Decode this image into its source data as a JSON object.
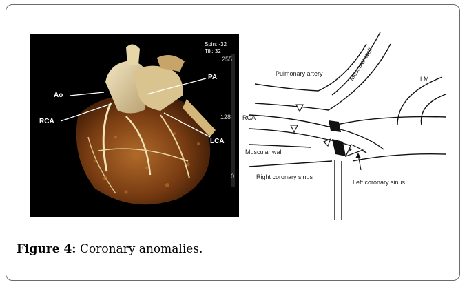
{
  "figure": {
    "label": "Figure 4:",
    "caption": "Coronary anomalies."
  },
  "ct_panel": {
    "spin_text": "Spin: -32",
    "tilt_text": "Tilt: 32",
    "scale": [
      "255",
      "128",
      "0"
    ],
    "labels": {
      "ao": "Ao",
      "pa": "PA",
      "rca": "RCA",
      "lca": "LCA"
    }
  },
  "schematic": {
    "labels": {
      "pulmonary_artery": "Pulmonary artery",
      "muscular_wall_top": "Muscular wall",
      "lm": "LM",
      "rca": "RCA",
      "muscular_wall": "Muscular wall",
      "right_coronary_sinus": "Right coronary sinus",
      "left_coronary_sinus": "Left coronary sinus",
      "star": "*"
    }
  }
}
